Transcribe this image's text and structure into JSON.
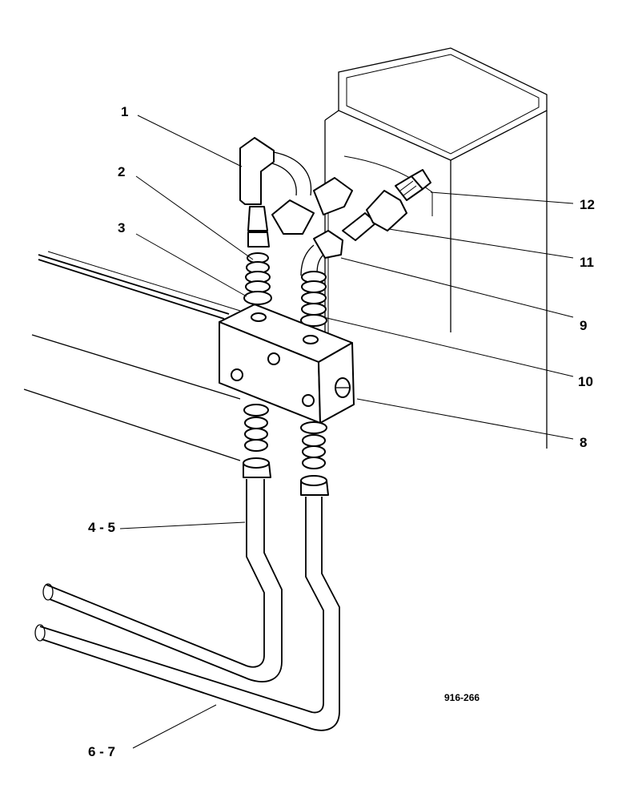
{
  "figure": {
    "reference_number": "916-266",
    "callouts": [
      {
        "id": "c1",
        "text": "1"
      },
      {
        "id": "c2",
        "text": "2"
      },
      {
        "id": "c3",
        "text": "3"
      },
      {
        "id": "c4",
        "text": "4 - 5"
      },
      {
        "id": "c6",
        "text": "6 - 7"
      },
      {
        "id": "c12",
        "text": "12"
      },
      {
        "id": "c11",
        "text": "11"
      },
      {
        "id": "c9",
        "text": "9"
      },
      {
        "id": "c10",
        "text": "10"
      },
      {
        "id": "c8",
        "text": "8"
      }
    ]
  }
}
